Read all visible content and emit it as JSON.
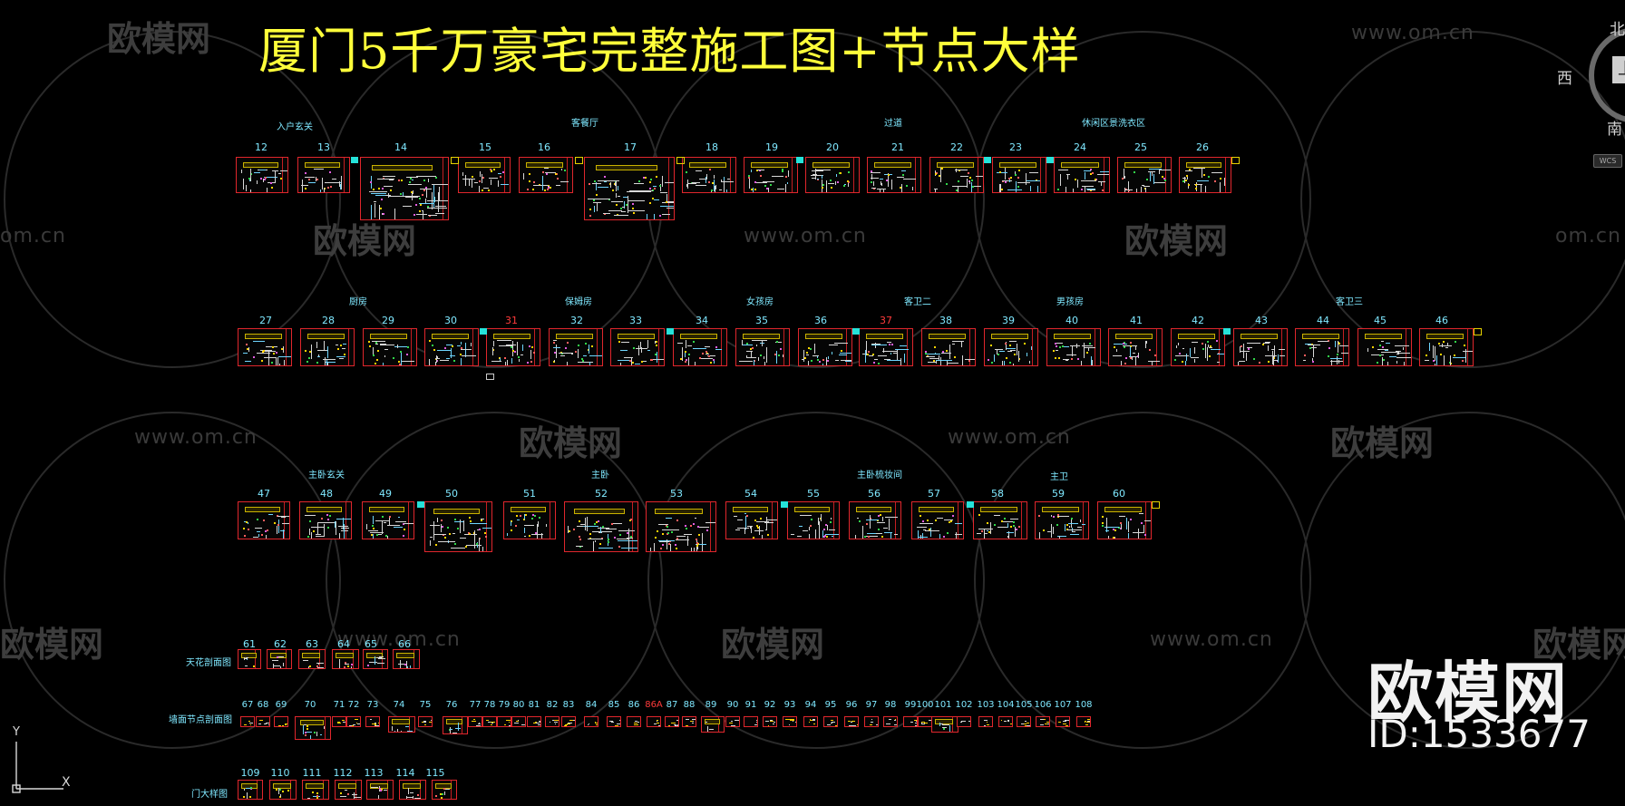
{
  "title": "厦门5千万豪宅完整施工图+节点大样",
  "watermark": {
    "site": "www.om.cn",
    "site_partial": "om.cn",
    "logo": "欧模网",
    "logo_partial": "欧模网"
  },
  "brand": {
    "name": "欧模网",
    "id": "ID:1533677"
  },
  "viewcube": {
    "north": "北",
    "west": "西",
    "south": "南",
    "face": "上",
    "wcs": "WCS"
  },
  "ucs": {
    "x": "X",
    "y": "Y"
  },
  "rooms": {
    "r1": [
      "入户玄关",
      "客餐厅",
      "过道",
      "休闲区景洗衣区"
    ],
    "r2": [
      "厨房",
      "保姆房",
      "女孩房",
      "客卫二",
      "男孩房",
      "客卫三"
    ],
    "r3": [
      "主卧玄关",
      "主卧",
      "主卧梳妆间",
      "主卫"
    ]
  },
  "row_labels": {
    "ceiling": "天花剖面图",
    "wall": "墙面节点剖面图",
    "door": "门大样图"
  },
  "sheets": {
    "row1": [
      "12",
      "13",
      "14",
      "15",
      "16",
      "17",
      "18",
      "19",
      "20",
      "21",
      "22",
      "23",
      "24",
      "25",
      "26"
    ],
    "row2": [
      "27",
      "28",
      "29",
      "30",
      "31",
      "32",
      "33",
      "34",
      "35",
      "36",
      "37",
      "38",
      "39",
      "40",
      "41",
      "42",
      "43",
      "44",
      "45",
      "46"
    ],
    "row3": [
      "47",
      "48",
      "49",
      "50",
      "51",
      "52",
      "53",
      "54",
      "55",
      "56",
      "57",
      "58",
      "59",
      "60"
    ],
    "ceiling": [
      "61",
      "62",
      "63",
      "64",
      "65",
      "66"
    ],
    "wall": [
      "67",
      "68",
      "69",
      "70",
      "71",
      "72",
      "73",
      "74",
      "75",
      "76",
      "77",
      "78",
      "79",
      "80",
      "81",
      "82",
      "83",
      "84",
      "85",
      "86",
      "86A",
      "87",
      "88",
      "89",
      "90",
      "91",
      "92",
      "93",
      "94",
      "95",
      "96",
      "97",
      "98",
      "99",
      "100",
      "101",
      "102",
      "103",
      "104",
      "105",
      "106",
      "107",
      "108"
    ],
    "door": [
      "109",
      "110",
      "111",
      "112",
      "113",
      "114",
      "115"
    ]
  },
  "highlighted_sheets": [
    "31",
    "37",
    "86A"
  ],
  "colors": {
    "background": "#000000",
    "title": "#ffff3a",
    "label": "#7fe8ff",
    "frame": "#e0262c",
    "highlight": "#ff3b3b",
    "watermark": "#3a3a3a"
  }
}
